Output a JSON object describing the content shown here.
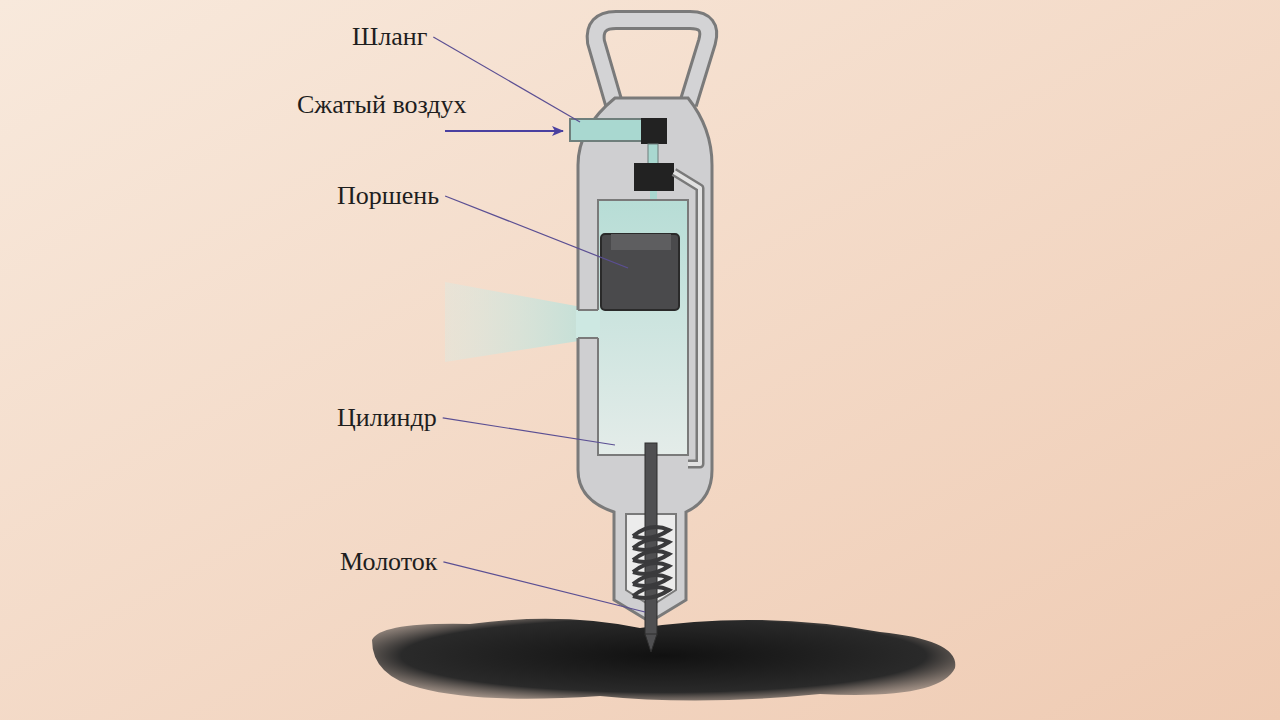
{
  "diagram": {
    "labels": [
      "Шланг",
      "Сжатый воздух",
      "Поршень",
      "Цилиндр",
      "Молоток"
    ]
  }
}
